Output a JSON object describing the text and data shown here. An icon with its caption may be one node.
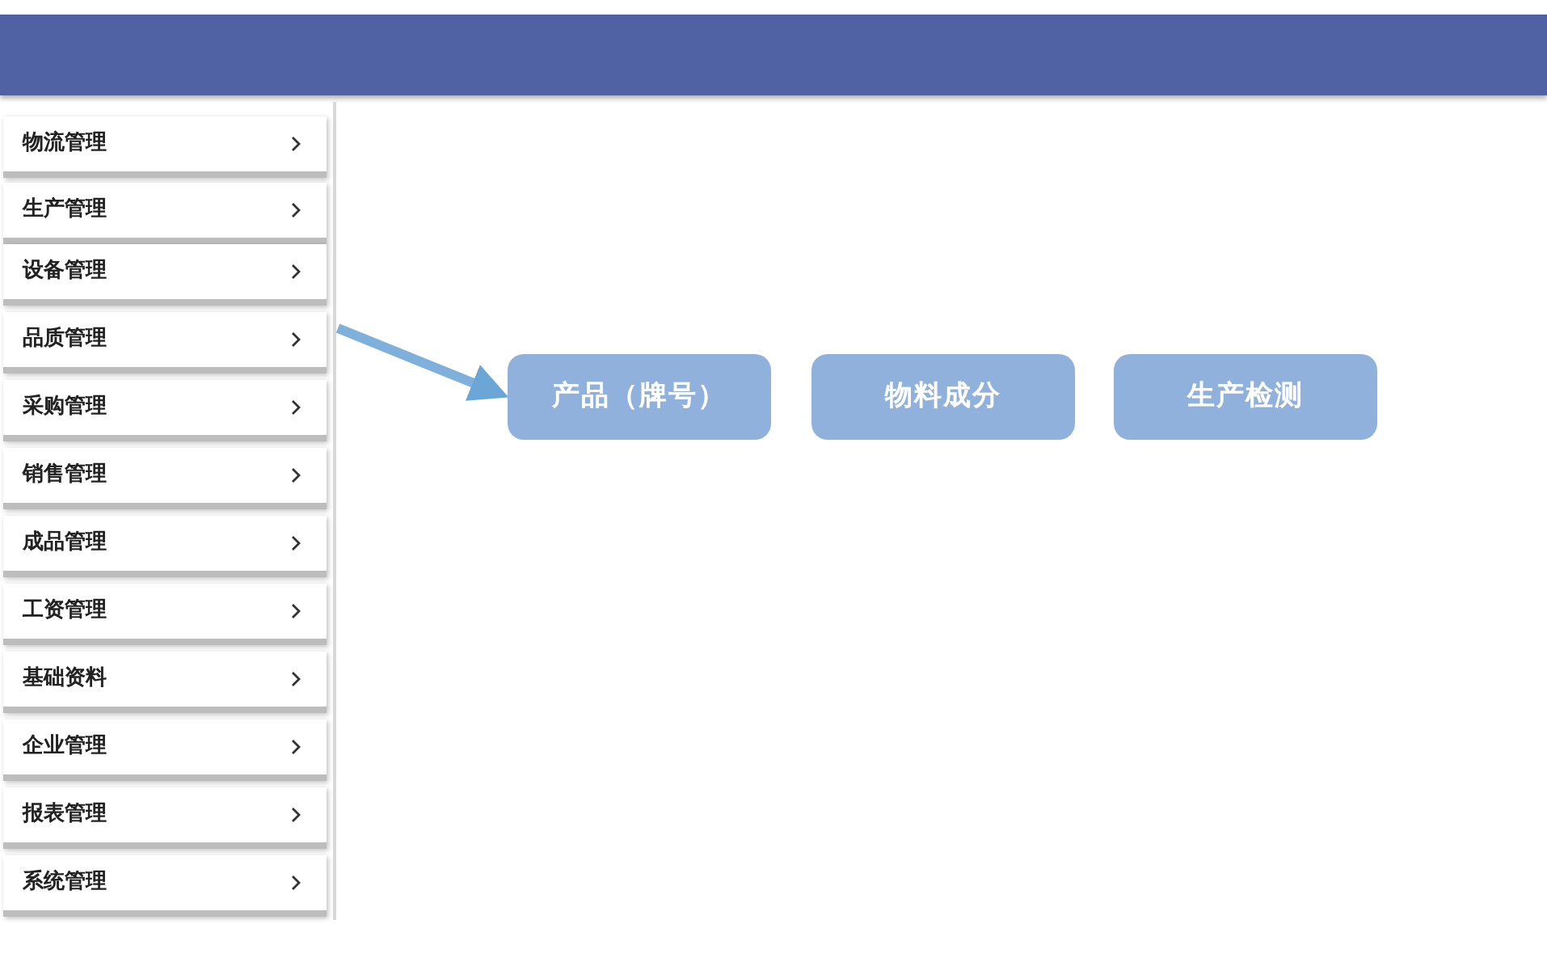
{
  "diagram": {
    "nodes": [
      {
        "text": [
          "物流管理"
        ]
      },
      {
        "text": [
          "生产管理"
        ]
      },
      {
        "text": [
          "设备管理"
        ]
      },
      {
        "text": [
          "品质管理"
        ]
      },
      {
        "text": [
          "采购管理"
        ]
      },
      {
        "text": [
          "销售管理"
        ]
      },
      {
        "text": [
          "成品管理"
        ]
      },
      {
        "text": [
          "工资管理"
        ]
      },
      {
        "text": [
          "基础资料"
        ]
      },
      {
        "text": [
          "企业管理"
        ]
      },
      {
        "text": [
          "报表管理"
        ]
      },
      {
        "text": [
          "系统管理"
        ]
      },
      {
        "text": [
          "产品（牌号）"
        ]
      },
      {
        "text": [
          "物料成分"
        ]
      },
      {
        "text": [
          "生产检测"
        ]
      }
    ],
    "edges": [
      {
        "from": 3,
        "to": 12,
        "arrow": "to"
      }
    ]
  }
}
